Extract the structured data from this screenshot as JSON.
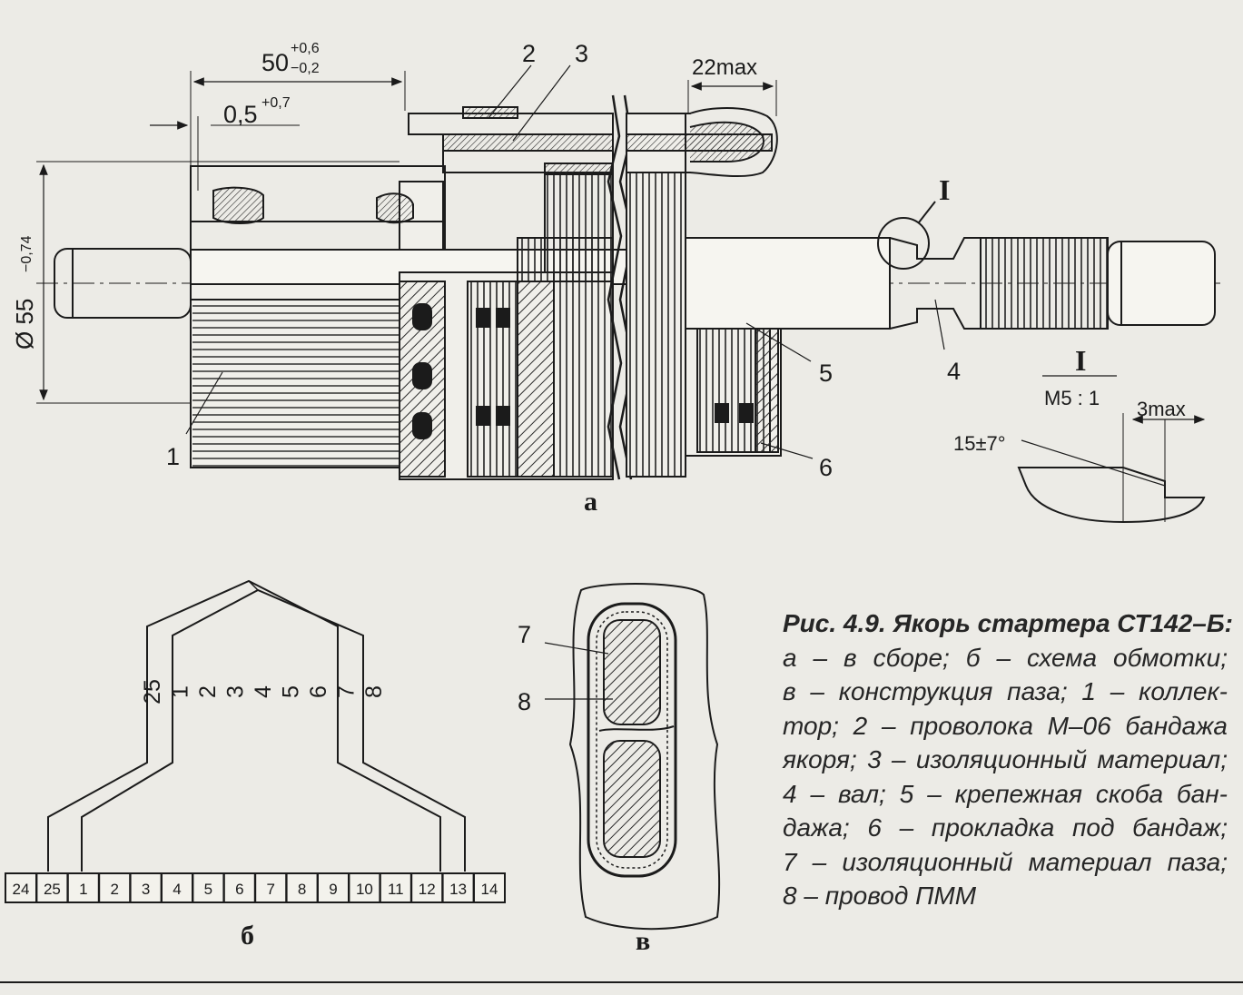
{
  "labels": {
    "dim_50": "50",
    "dim_50_upper": "+0,6",
    "dim_50_lower": "−0,2",
    "dim_05": "0,5",
    "dim_05_upper": "+0,7",
    "dim_22": "22max",
    "dim_d55": "Ø 55",
    "dim_d55_tol": "−0,74",
    "callout_1": "1",
    "callout_2": "2",
    "callout_3": "3",
    "callout_4": "4",
    "callout_5": "5",
    "callout_6": "6",
    "callout_7": "7",
    "callout_8": "8",
    "view_I": "I",
    "detail_I": "I",
    "detail_scale": "M5 : 1",
    "detail_angle": "15±7°",
    "detail_3max": "3max",
    "sub_a": "а",
    "sub_b": "б",
    "sub_v": "в"
  },
  "winding": {
    "lead_labels": [
      "25",
      "1",
      "2",
      "3",
      "4",
      "5",
      "6",
      "7",
      "8"
    ],
    "commutator_segments": [
      "24",
      "25",
      "1",
      "2",
      "3",
      "4",
      "5",
      "6",
      "7",
      "8",
      "9",
      "10",
      "11",
      "12",
      "13",
      "14"
    ]
  },
  "caption": {
    "title": "Рис. 4.9. Якорь стартера СТ142–Б:",
    "lines": [
      "а – в сборе; б – схема обмотки;",
      "в – конструкция паза; 1 – коллек-",
      "тор; 2 – проволока М–06 бандажа",
      "якоря; 3 – изоляционный материал;",
      "4 – вал; 5 – крепежная скоба бан-",
      "дажа; 6 – прокладка под бандаж;",
      "7 – изоляционный материал паза;",
      "8 – провод ПММ"
    ]
  }
}
